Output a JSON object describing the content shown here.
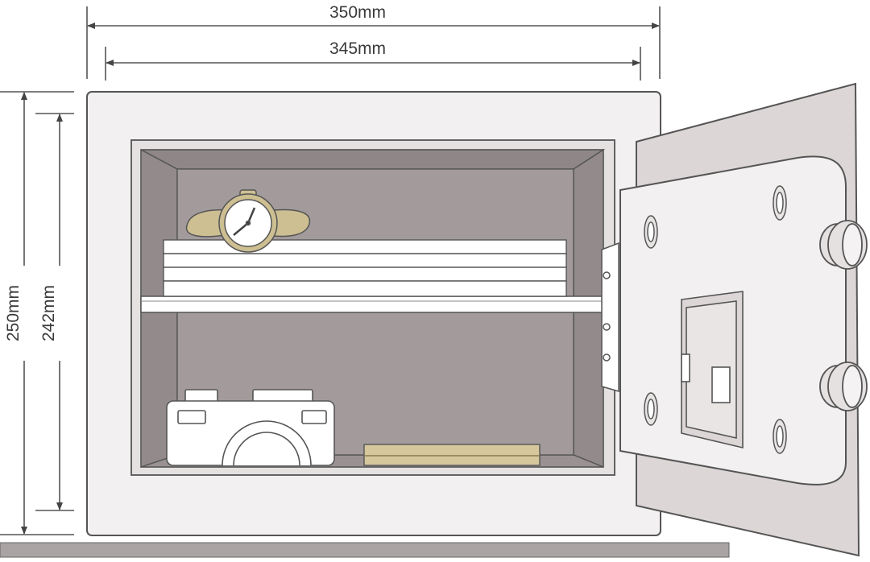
{
  "dimensions": {
    "outer_width": "350mm",
    "inner_width": "345mm",
    "outer_height": "250mm",
    "inner_height": "242mm"
  },
  "colors": {
    "line": "#555555",
    "interior": "#a39b9b",
    "interior_dark": "#8f8787",
    "body": "#f2f0f0",
    "door": "#dcd6d6",
    "floor": "#a9a3a3",
    "watch_strap": "#cdbf92",
    "envelope": "#d6c79c",
    "item_white": "#ffffff"
  },
  "icons": [
    "wristwatch-icon",
    "camera-icon",
    "keypad-lock-icon"
  ]
}
